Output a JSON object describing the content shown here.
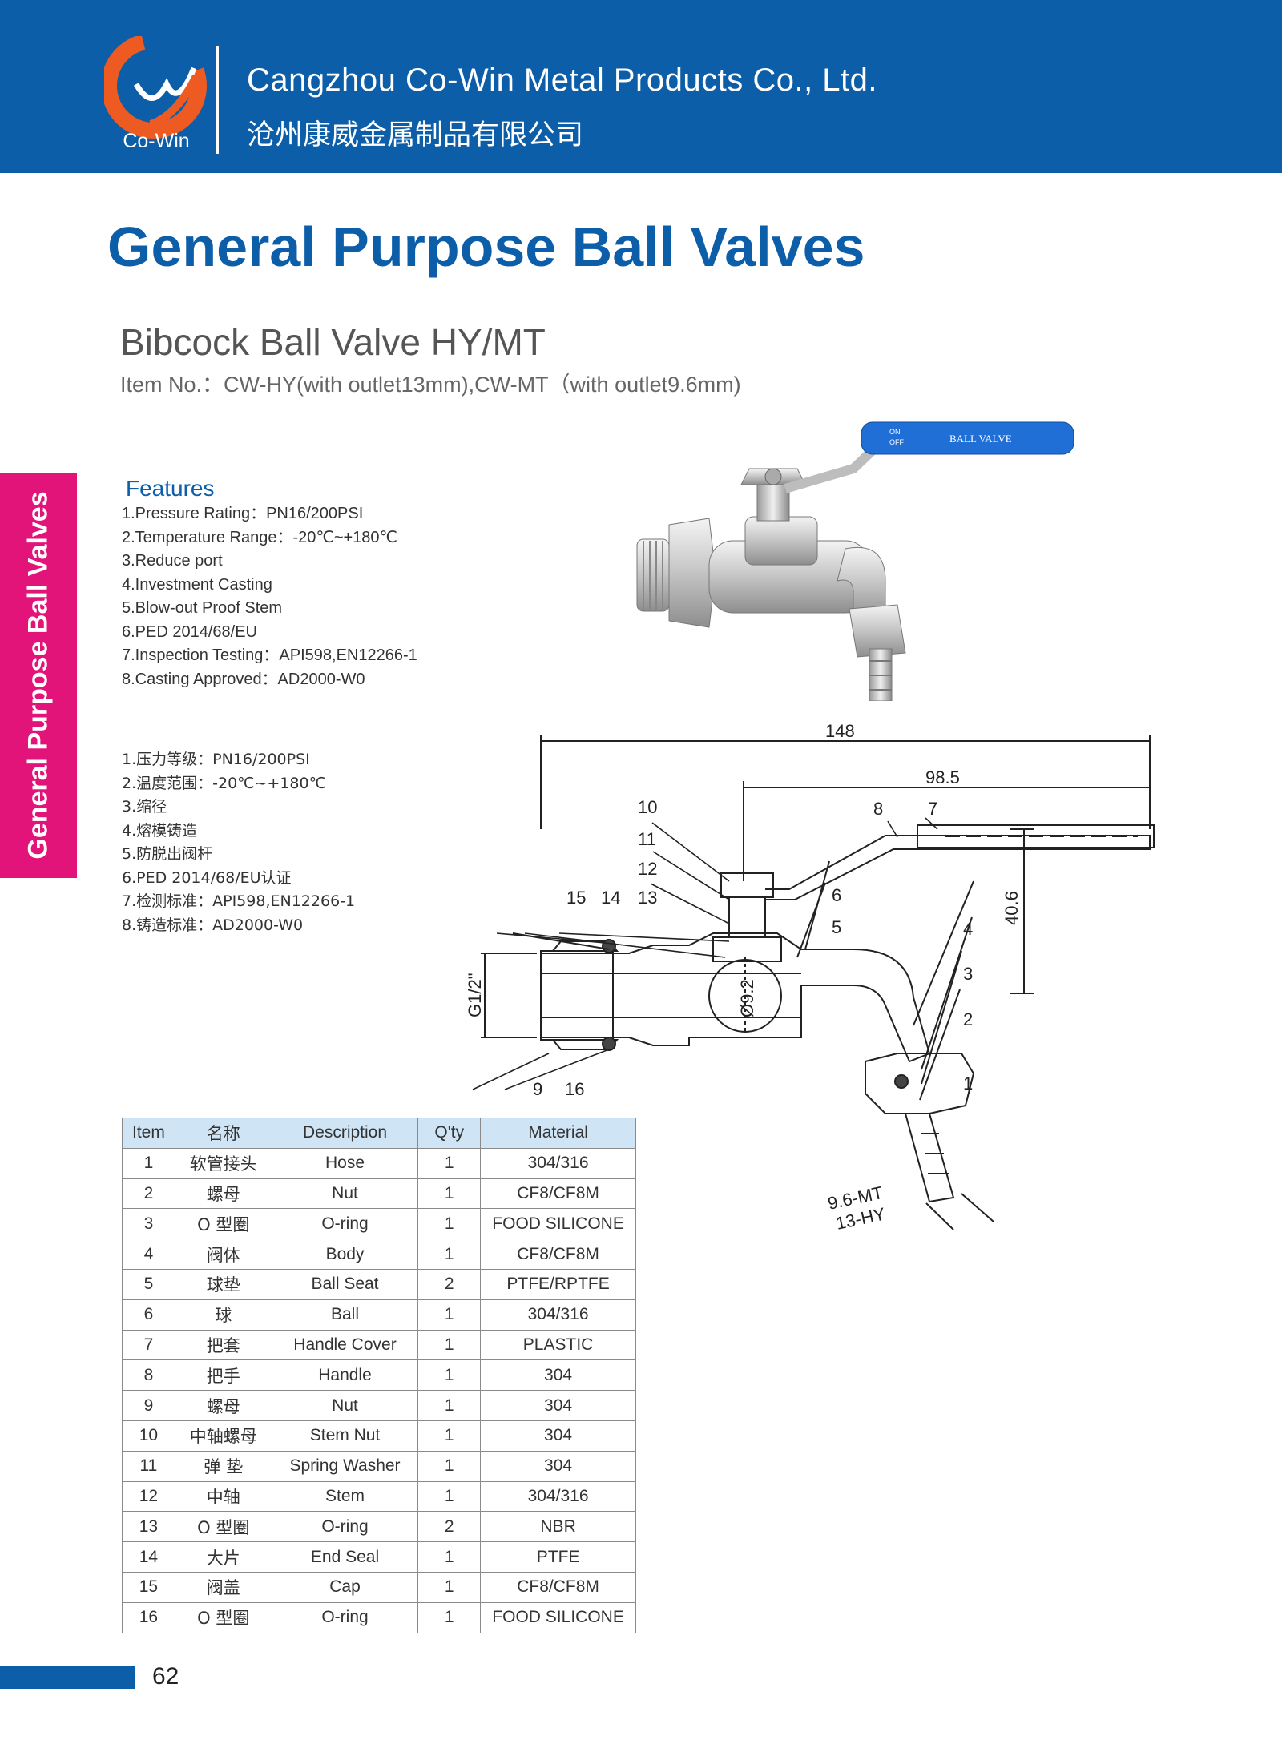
{
  "header": {
    "logo_text": "Co-Win",
    "company_en": "Cangzhou Co-Win Metal Products Co., Ltd.",
    "company_cn": "沧州康威金属制品有限公司",
    "brand_color": "#0d5ea9",
    "accent_color": "#e2147a"
  },
  "page_title": "General Purpose Ball Valves",
  "product": {
    "title": "Bibcock Ball Valve HY/MT",
    "item_no": "Item No.：CW-HY(with outlet13mm),CW-MT（with outlet9.6mm)"
  },
  "side_tab": "General Purpose Ball Valves",
  "features": {
    "heading": "Features",
    "en": [
      "1.Pressure Rating：PN16/200PSI",
      "2.Temperature Range：-20℃~+180℃",
      "3.Reduce port",
      "4.Investment Casting",
      "5.Blow-out Proof Stem",
      "6.PED 2014/68/EU",
      "7.Inspection Testing：API598,EN12266-1",
      "8.Casting Approved：AD2000-W0"
    ],
    "cn": [
      "1.压力等级：PN16/200PSI",
      "2.温度范围：-20℃~+180℃",
      "3.缩径",
      "4.熔模铸造",
      "5.防脱出阀杆",
      "6.PED 2014/68/EU认证",
      "7.检测标准：API598,EN12266-1",
      "8.铸造标准：AD2000-W0"
    ]
  },
  "photo": {
    "handle_text": "BALL VALVE",
    "handle_on": "ON",
    "handle_off": "OFF",
    "handle_color": "#1f6fd6"
  },
  "drawing": {
    "dimensions": {
      "overall_length": "148",
      "handle_length": "98.5",
      "height": "40.6",
      "thread": "G1/2\"",
      "bore": "Ø9.2",
      "outlet_mt": "9.6-MT",
      "outlet_hy": "13-HY"
    },
    "part_labels": [
      "1",
      "2",
      "3",
      "4",
      "5",
      "6",
      "7",
      "8",
      "9",
      "10",
      "11",
      "12",
      "13",
      "14",
      "15",
      "16"
    ]
  },
  "table": {
    "headers": [
      "Item",
      "名称",
      "Description",
      "Q'ty",
      "Material"
    ],
    "rows": [
      [
        "1",
        "软管接头",
        "Hose",
        "1",
        "304/316"
      ],
      [
        "2",
        "螺母",
        "Nut",
        "1",
        "CF8/CF8M"
      ],
      [
        "3",
        "O 型圈",
        "O-ring",
        "1",
        "FOOD SILICONE"
      ],
      [
        "4",
        "阀体",
        "Body",
        "1",
        "CF8/CF8M"
      ],
      [
        "5",
        "球垫",
        "Ball Seat",
        "2",
        "PTFE/RPTFE"
      ],
      [
        "6",
        "球",
        "Ball",
        "1",
        "304/316"
      ],
      [
        "7",
        "把套",
        "Handle Cover",
        "1",
        "PLASTIC"
      ],
      [
        "8",
        "把手",
        "Handle",
        "1",
        "304"
      ],
      [
        "9",
        "螺母",
        "Nut",
        "1",
        "304"
      ],
      [
        "10",
        "中轴螺母",
        "Stem Nut",
        "1",
        "304"
      ],
      [
        "11",
        "弹 垫",
        "Spring Washer",
        "1",
        "304"
      ],
      [
        "12",
        "中轴",
        "Stem",
        "1",
        "304/316"
      ],
      [
        "13",
        "O 型圈",
        "O-ring",
        "2",
        "NBR"
      ],
      [
        "14",
        "大片",
        "End Seal",
        "1",
        "PTFE"
      ],
      [
        "15",
        "阀盖",
        "Cap",
        "1",
        "CF8/CF8M"
      ],
      [
        "16",
        "O 型圈",
        "O-ring",
        "1",
        "FOOD SILICONE"
      ]
    ]
  },
  "page_number": "62"
}
